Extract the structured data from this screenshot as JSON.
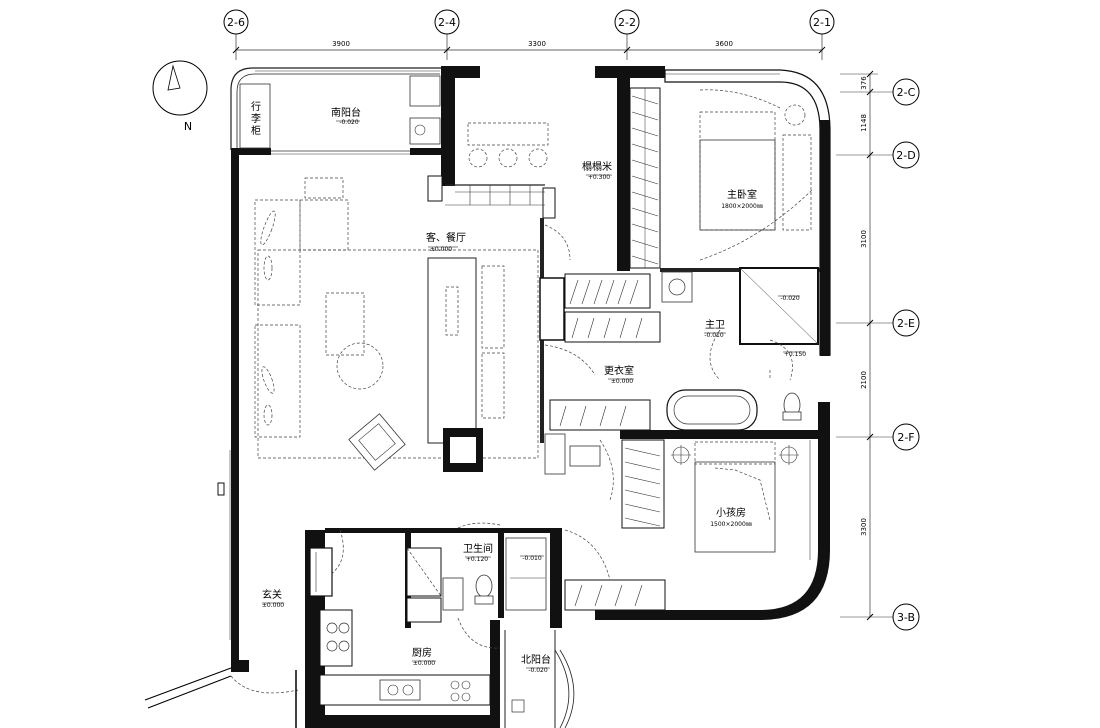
{
  "grid": {
    "top": [
      {
        "id": "g26",
        "label": "2-6"
      },
      {
        "id": "g24",
        "label": "2-4"
      },
      {
        "id": "g22",
        "label": "2-2"
      },
      {
        "id": "g21",
        "label": "2-1"
      }
    ],
    "right": [
      {
        "id": "g2c",
        "label": "2-C"
      },
      {
        "id": "g2d",
        "label": "2-D"
      },
      {
        "id": "g2e",
        "label": "2-E"
      },
      {
        "id": "g2f",
        "label": "2-F"
      },
      {
        "id": "g3b",
        "label": "3-B"
      }
    ]
  },
  "dimensions": {
    "top": [
      "3900",
      "3300",
      "3600"
    ],
    "right": [
      "376",
      "1148",
      "3100",
      "2100",
      "3300"
    ]
  },
  "compass": {
    "label": "N"
  },
  "rooms": {
    "south_balcony": {
      "name": "南阳台",
      "level": "-0.020"
    },
    "luggage": {
      "name": "行李柜"
    },
    "tatami": {
      "name": "榻榻米",
      "level": "+0.300"
    },
    "master_bedroom": {
      "name": "主卧室",
      "size": "1800×2000㎜"
    },
    "living_dining": {
      "name": "客、餐厅",
      "level": "±0.000"
    },
    "master_bath": {
      "name": "主卫",
      "level": "-0.010"
    },
    "master_bath_a": {
      "level": "-0.020"
    },
    "master_bath_b": {
      "level": "+0.150"
    },
    "dressing": {
      "name": "更衣室",
      "level": "±0.000"
    },
    "kids_room": {
      "name": "小孩房",
      "size": "1500×2000㎜"
    },
    "bathroom": {
      "name": "卫生间",
      "level": "+0.120"
    },
    "bathroom_b": {
      "level": "-0.010"
    },
    "entrance": {
      "name": "玄关",
      "level": "±0.000"
    },
    "kitchen": {
      "name": "厨房",
      "level": "±0.000"
    },
    "north_balcony": {
      "name": "北阳台",
      "level": "-0.020"
    }
  }
}
